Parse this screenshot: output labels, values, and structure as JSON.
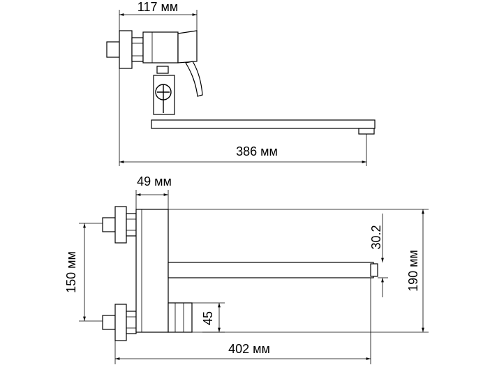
{
  "dimensions": {
    "top_width": "117 мм",
    "top_length": "386 мм",
    "body_width": "49 мм",
    "spacing": "150 мм",
    "height_total": "190 мм",
    "spout_offset": "30.2",
    "outlet_height": "45",
    "total_length": "402 мм"
  }
}
